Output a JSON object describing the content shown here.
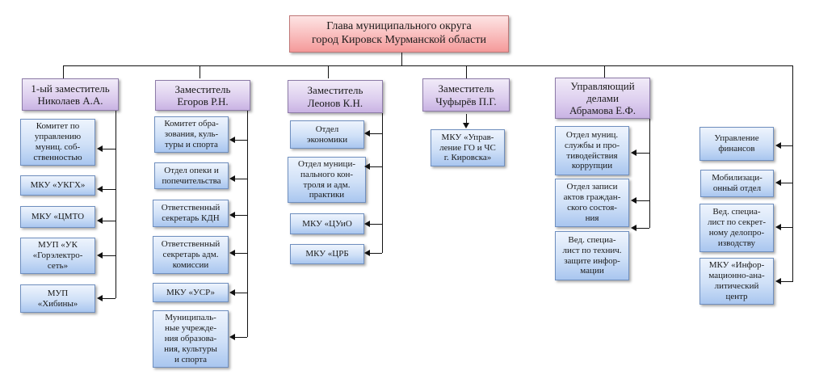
{
  "head": {
    "label": "Глава муниципального округа\nгород Кировск Мурманской области"
  },
  "branches": [
    {
      "label": "1-ый заместитель\nНиколаев А.А.",
      "units": [
        "Комитет по\nуправлению\nмуниц. соб-\nственностью",
        "МКУ «УКГХ»",
        "МКУ «ЦМТО",
        "МУП «УК\n«Горэлектро-\nсеть»",
        "МУП\n«Хибины»"
      ]
    },
    {
      "label": "Заместитель\nЕгоров Р.Н.",
      "units": [
        "Комитет обра-\nзования, куль-\nтуры и спорта",
        "Отдел опеки и\nпопечительства",
        "Ответственный\nсекретарь КДН",
        "Ответственный\nсекретарь адм.\nкомиссии",
        "МКУ «УСР»",
        "Муниципаль-\nные учрежде-\nния образова-\nния, культуры\nи спорта"
      ]
    },
    {
      "label": "Заместитель\nЛеонов К.Н.",
      "units": [
        "Отдел\nэкономики",
        "Отдел муници-\nпального кон-\nтроля и адм.\nпрактики",
        "МКУ «ЦУиО",
        "МКУ «ЦРБ"
      ]
    },
    {
      "label": "Заместитель\nЧуфырёв П.Г.",
      "units": [
        "МКУ «Управ-\nление ГО и ЧС\nг. Кировска»"
      ]
    },
    {
      "label": "Управляющий\nделами\nАбрамова Е.Ф.",
      "units": [
        "Отдел муниц.\nслужбы и про-\nтиводействия\nкоррупции",
        "Отдел записи\nактов граждан-\nского состоя-\nния",
        "Вед. специа-\nлист по технич.\nзащите инфор-\nмации"
      ]
    },
    {
      "label": "",
      "units": [
        "Управление\nфинансов",
        "Мобилизаци-\nонный отдел",
        "Вед. специа-\nлист по секрет-\nному делопро-\nизводству",
        "МКУ «Инфор-\nмационно-ана-\nлитический\nцентр"
      ]
    }
  ]
}
